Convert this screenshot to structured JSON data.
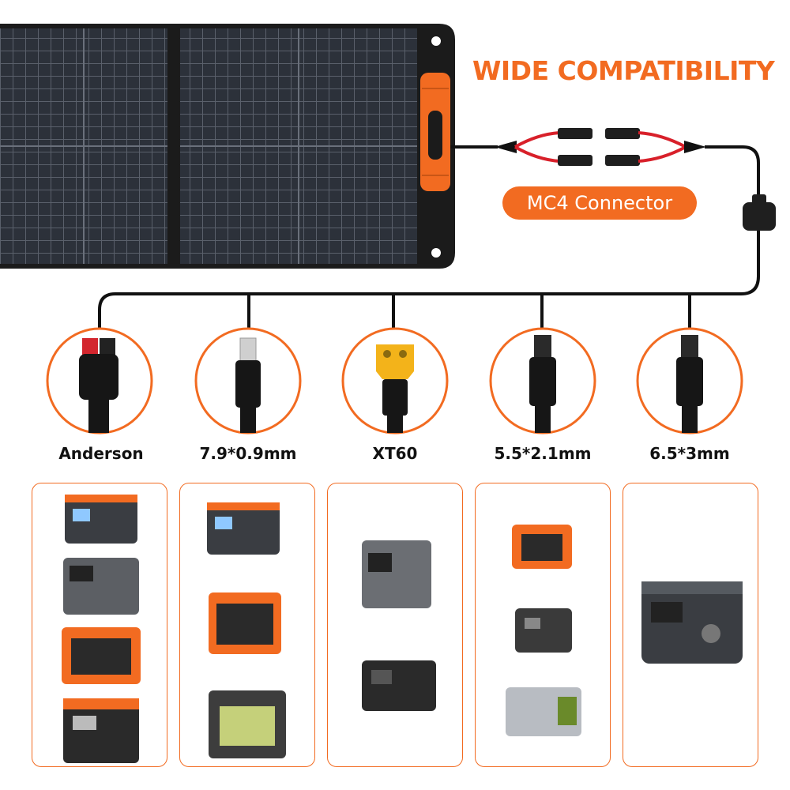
{
  "header": {
    "title": "WIDE COMPATIBILITY"
  },
  "connector": {
    "label": "MC4 Connector"
  },
  "plugs": [
    {
      "label": "Anderson"
    },
    {
      "label": "7.9*0.9mm"
    },
    {
      "label": "XT60"
    },
    {
      "label": "5.5*2.1mm"
    },
    {
      "label": "6.5*3mm"
    }
  ],
  "colors": {
    "accent": "#f26b21",
    "panel": "#2b2f36",
    "panel_frame": "#1b1b1b",
    "text": "#111111"
  },
  "icons": [
    "solar-panel-icon",
    "mc4-connector-icon",
    "anderson-plug-icon",
    "dc-barrel-plug-icon",
    "xt60-plug-icon",
    "power-station-icon"
  ]
}
